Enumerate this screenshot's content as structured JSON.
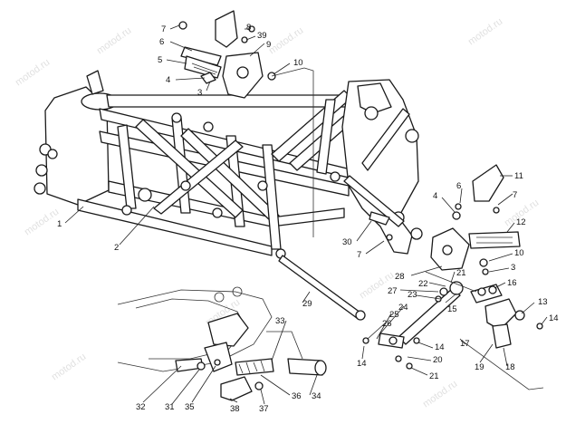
{
  "watermark_text": "motod.ru",
  "callouts": [
    {
      "id": "c7a",
      "label": "7"
    },
    {
      "id": "c8a",
      "label": "8"
    },
    {
      "id": "c6a",
      "label": "6"
    },
    {
      "id": "c39",
      "label": "39"
    },
    {
      "id": "c9",
      "label": "9"
    },
    {
      "id": "c5",
      "label": "5"
    },
    {
      "id": "c10a",
      "label": "10"
    },
    {
      "id": "c4a",
      "label": "4"
    },
    {
      "id": "c3a",
      "label": "3"
    },
    {
      "id": "c1",
      "label": "1"
    },
    {
      "id": "c2",
      "label": "2"
    },
    {
      "id": "c11",
      "label": "11"
    },
    {
      "id": "c7b",
      "label": "7"
    },
    {
      "id": "c4b",
      "label": "4"
    },
    {
      "id": "c6b",
      "label": "6"
    },
    {
      "id": "c12",
      "label": "12"
    },
    {
      "id": "c30",
      "label": "30"
    },
    {
      "id": "c7c",
      "label": "7"
    },
    {
      "id": "c10b",
      "label": "10"
    },
    {
      "id": "c3b",
      "label": "3"
    },
    {
      "id": "c28",
      "label": "28"
    },
    {
      "id": "c21a",
      "label": "21"
    },
    {
      "id": "c22",
      "label": "22"
    },
    {
      "id": "c27",
      "label": "27"
    },
    {
      "id": "c23",
      "label": "23"
    },
    {
      "id": "c16",
      "label": "16"
    },
    {
      "id": "c29",
      "label": "29"
    },
    {
      "id": "c24",
      "label": "24"
    },
    {
      "id": "c15",
      "label": "15"
    },
    {
      "id": "c13",
      "label": "13"
    },
    {
      "id": "c25",
      "label": "25"
    },
    {
      "id": "c14a",
      "label": "14"
    },
    {
      "id": "c26",
      "label": "26"
    },
    {
      "id": "c33",
      "label": "33"
    },
    {
      "id": "c17",
      "label": "17"
    },
    {
      "id": "c14b",
      "label": "14"
    },
    {
      "id": "c20",
      "label": "20"
    },
    {
      "id": "c14c",
      "label": "14"
    },
    {
      "id": "c19",
      "label": "19"
    },
    {
      "id": "c18",
      "label": "18"
    },
    {
      "id": "c21b",
      "label": "21"
    },
    {
      "id": "c32",
      "label": "32"
    },
    {
      "id": "c31",
      "label": "31"
    },
    {
      "id": "c35",
      "label": "35"
    },
    {
      "id": "c38",
      "label": "38"
    },
    {
      "id": "c37",
      "label": "37"
    },
    {
      "id": "c36",
      "label": "36"
    },
    {
      "id": "c34",
      "label": "34"
    }
  ]
}
